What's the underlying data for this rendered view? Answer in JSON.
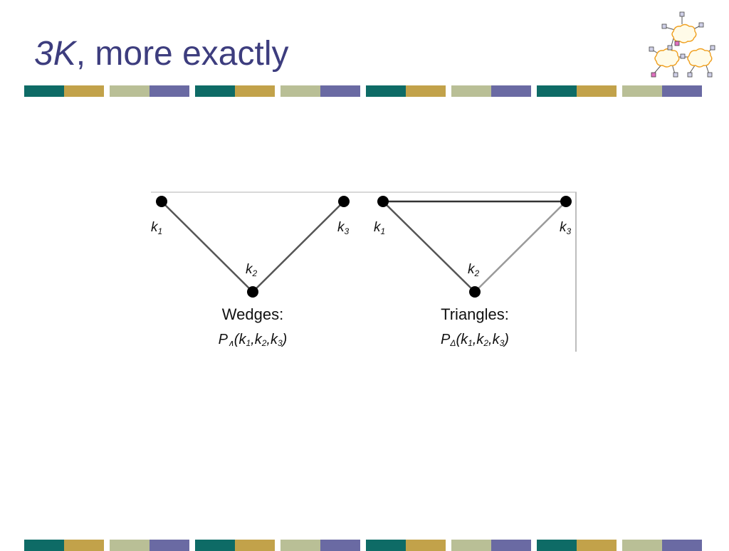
{
  "slide": {
    "title_italic": "3K",
    "title_rest": ", more exactly"
  },
  "colors": {
    "title": "#3d3d7e",
    "stripe_pattern": [
      "#0e6b66",
      "#c2a24a",
      "#b9bf96",
      "#6a6aa3"
    ]
  },
  "logo": {
    "icon": "network-clouds-icon"
  },
  "diagram": {
    "wedges": {
      "node_labels": [
        "k",
        "k",
        "k"
      ],
      "node_subscripts": [
        "1",
        "2",
        "3"
      ],
      "caption": "Wedges:",
      "formula": {
        "prefix": "P",
        "sub": "∧",
        "open": "(k",
        "s1": "1",
        "mid1": ",k",
        "s2": "2",
        "mid2": ",k",
        "s3": "3",
        "close": ")"
      }
    },
    "triangles": {
      "node_labels": [
        "k",
        "k",
        "k"
      ],
      "node_subscripts": [
        "1",
        "2",
        "3"
      ],
      "caption": "Triangles:",
      "formula": {
        "prefix": "P",
        "sub": "Δ",
        "open": "(k",
        "s1": "1",
        "mid1": ",k",
        "s2": "2",
        "mid2": ",k",
        "s3": "3",
        "close": ")"
      }
    }
  }
}
